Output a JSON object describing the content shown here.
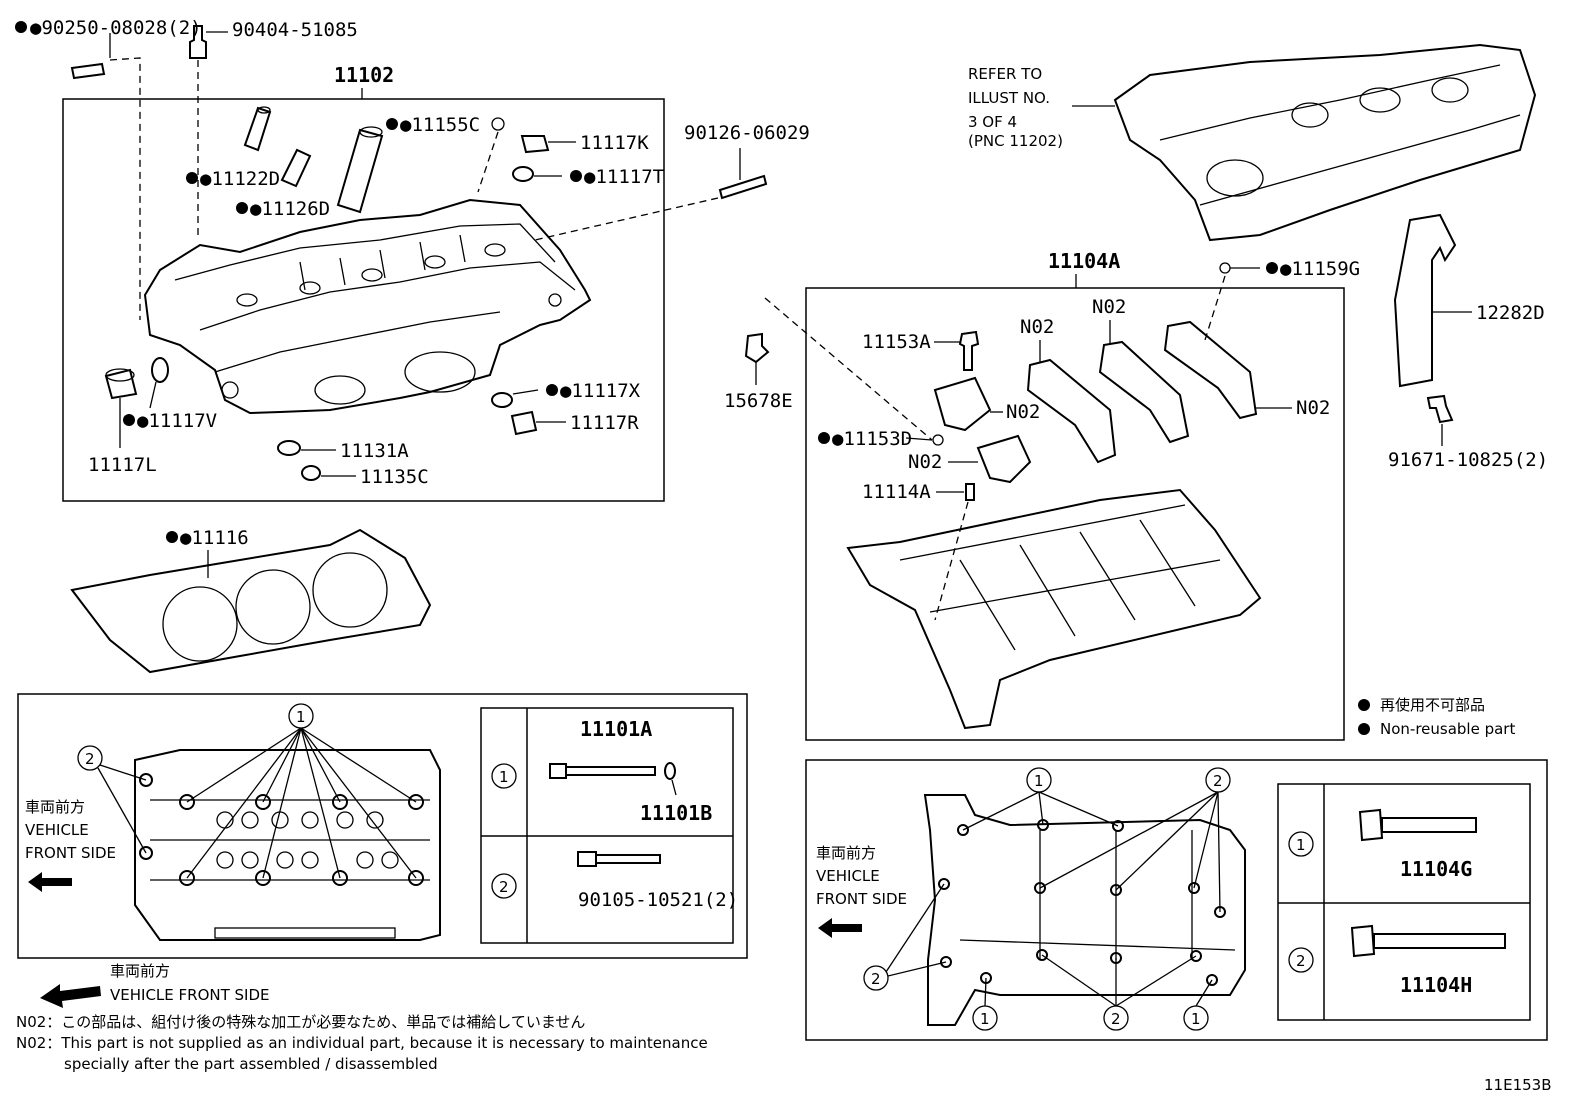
{
  "labels": {
    "p_90250": "●90250-08028(2)",
    "p_90404": "90404-51085",
    "p_11102": "11102",
    "p_11155C": "●11155C",
    "p_11117K": "11117K",
    "p_11117T": "●11117T",
    "p_11122D": "●11122D",
    "p_11126D": "●11126D",
    "p_90126": "90126-06029",
    "p_11117X": "●11117X",
    "p_11117R": "11117R",
    "p_11117V": "●11117V",
    "p_11117L": "11117L",
    "p_11131A": "11131A",
    "p_11135C": "11135C",
    "p_11116": "●11116",
    "p_refer1": "REFER TO",
    "p_refer2": "ILLUST NO.",
    "p_refer3": "3 OF 4",
    "p_refer4": "(PNC 11202)",
    "p_11104A": "11104A",
    "p_11159G": "●11159G",
    "p_12282D": "12282D",
    "p_91671": "91671-10825(2)",
    "p_15678E": "15678E",
    "p_11153A": "11153A",
    "p_11153D": "●11153D",
    "p_11114A": "11114A",
    "p_N02": "N02",
    "p_11101A": "11101A",
    "p_11101B": "11101B",
    "p_90105": "90105-10521(2)",
    "p_11104G": "11104G",
    "p_11104H": "11104H",
    "circle_1": "1",
    "circle_2": "2"
  },
  "front": {
    "jp": "車両前方",
    "vehicle": "VEHICLE",
    "front_side": "FRONT SIDE",
    "vehicle_front_side": "VEHICLE FRONT SIDE"
  },
  "legend": {
    "jp": "再使用不可部品",
    "en": "Non-reusable part"
  },
  "notes": {
    "jp": "N02：この部品は、組付け後の特殊な加工が必要なため、単品では補給していません",
    "en1": "N02：This part is not supplied as an individual part, because it is necessary to maintenance",
    "en2": "specially after the part assembled / disassembled"
  },
  "diagram_id": "11E153B"
}
